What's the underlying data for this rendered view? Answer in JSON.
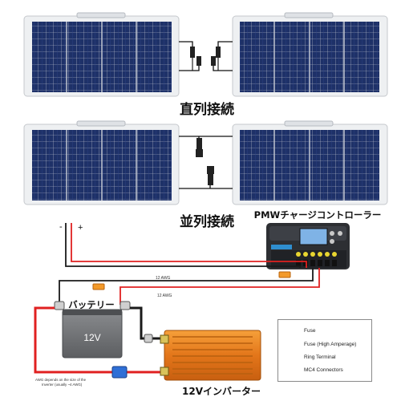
{
  "labels": {
    "series_connection": "直列接続",
    "parallel_connection": "並列接続",
    "controller": "PMWチャージコントローラー",
    "battery": "バッテリー",
    "battery_voltage": "12V",
    "inverter": "12Vインバーター",
    "minus_sign": "-",
    "plus_sign": "+",
    "wire_gauge_top": "12 AWG",
    "wire_gauge_bottom": "12 AWG",
    "awg_note_line1": "AWG depends on the size of the",
    "awg_note_line2": "Inverter (usually ~4 AWG)"
  },
  "legend": {
    "items": [
      {
        "label": "Fuse",
        "icon": "fuse-icon",
        "color": "#f39a2a"
      },
      {
        "label": "Fuse (High Amperage)",
        "icon": "high-amperage-fuse-icon",
        "color": "#2f6fd6"
      },
      {
        "label": "Ring Terminal",
        "icon": "ring-terminal-icon",
        "color": "#b8b8b8"
      },
      {
        "label": "MC4 Connectors",
        "icon": "mc4-connector-icon",
        "color": "#222222"
      }
    ]
  },
  "colors": {
    "positive_wire": "#e02020",
    "negative_wire": "#1a1a1a",
    "panel_cell": "#1d2f63",
    "panel_frame": "#eef0f2",
    "inverter_body": "#f08a1c",
    "battery_body": "#6d6f72",
    "controller_body": "#2d2f33"
  }
}
